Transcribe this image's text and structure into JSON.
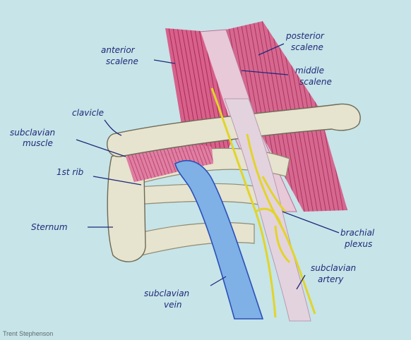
{
  "labels": {
    "anterior_scalene": [
      "anterior",
      "scalene"
    ],
    "posterior_scalene": [
      "posterior",
      "scalene"
    ],
    "middle_scalene": [
      "middle",
      "scalene"
    ],
    "clavicle": "clavicle",
    "subclavian_muscle": [
      "subclavian",
      "muscle"
    ],
    "first_rib": "1st rib",
    "sternum": "Sternum",
    "brachial_plexus": [
      "brachial",
      "plexus"
    ],
    "subclavian_artery": [
      "subclavian",
      "artery"
    ],
    "subclavian_vein": [
      "subclavian",
      "vein"
    ]
  },
  "credit": "Trent Stephenson",
  "colors": {
    "background": "#c7e4e8",
    "muscle": "#c83a6a",
    "bone": "#e6e3cf",
    "vein": "#6a9fdc",
    "nerve": "#e6d93a",
    "ink": "#1f2a7a"
  }
}
